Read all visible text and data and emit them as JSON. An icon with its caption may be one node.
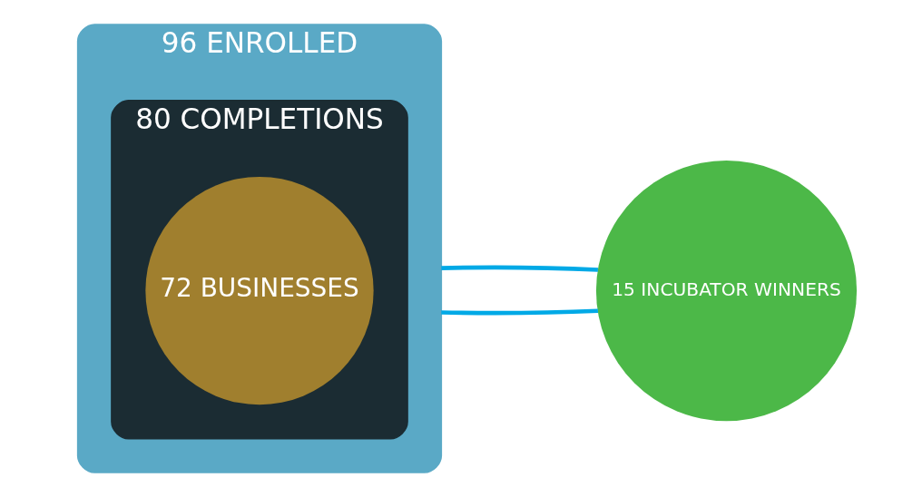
{
  "diagram": {
    "nodes": [
      {
        "text": [
          "96 ENROLLED"
        ]
      },
      {
        "text": [
          "80 COMPLETIONS"
        ],
        "in": 0
      },
      {
        "text": [
          "72 BUSINESSES"
        ],
        "in": 1
      },
      {
        "text": [
          "15 INCUBATOR WINNERS"
        ]
      }
    ],
    "edges": [
      {
        "from": 0,
        "to": 3,
        "arrow": "none"
      },
      {
        "from": 0,
        "to": 3,
        "arrow": "none"
      }
    ]
  }
}
